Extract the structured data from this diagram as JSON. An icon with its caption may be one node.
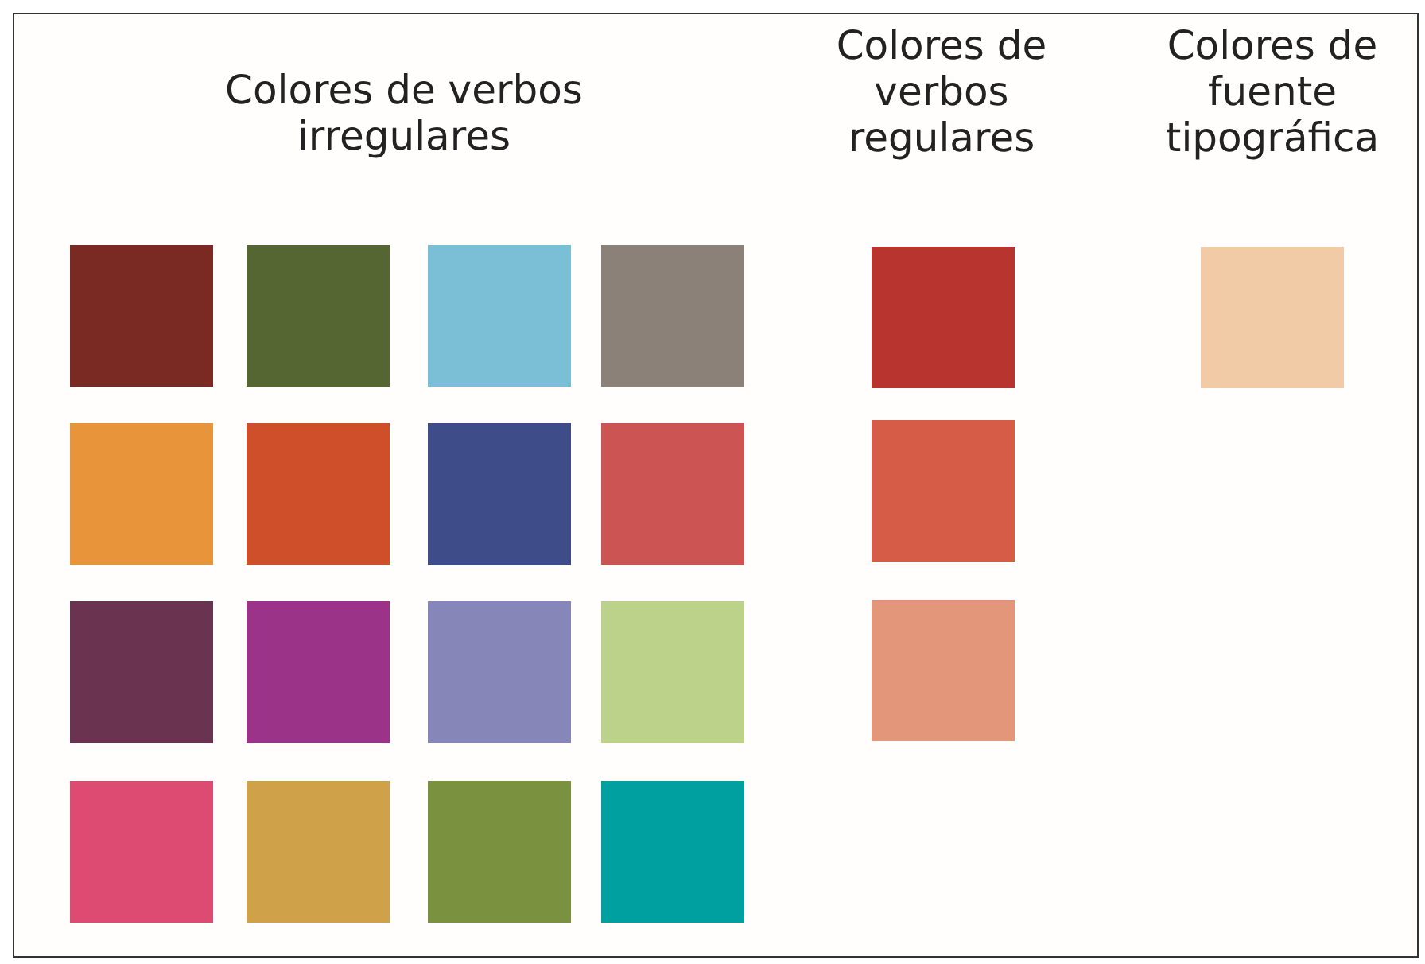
{
  "diagram": {
    "nodes": [
      {
        "text": [],
        "shape": "box"
      },
      {
        "text": [],
        "shape": "box"
      },
      {
        "text": [],
        "shape": "box"
      },
      {
        "text": [],
        "shape": "box"
      },
      {
        "text": [],
        "shape": "box"
      },
      {
        "text": [],
        "shape": "box"
      },
      {
        "text": [],
        "shape": "box"
      },
      {
        "text": [],
        "shape": "box"
      },
      {
        "text": [],
        "shape": "box"
      },
      {
        "text": [],
        "shape": "box"
      },
      {
        "text": [],
        "shape": "box"
      },
      {
        "text": [],
        "shape": "box"
      },
      {
        "text": [],
        "shape": "box"
      },
      {
        "text": [],
        "shape": "box"
      },
      {
        "text": [],
        "shape": "box"
      },
      {
        "text": [],
        "shape": "box"
      },
      {
        "text": [],
        "shape": "box"
      },
      {
        "text": [],
        "shape": "box"
      },
      {
        "text": [],
        "shape": "box"
      },
      {
        "text": [],
        "shape": "box"
      }
    ],
    "labels": [
      "Colores de verbos irregulares",
      "Colores de verbos regulares",
      "Colores de fuente tipográfica"
    ]
  }
}
